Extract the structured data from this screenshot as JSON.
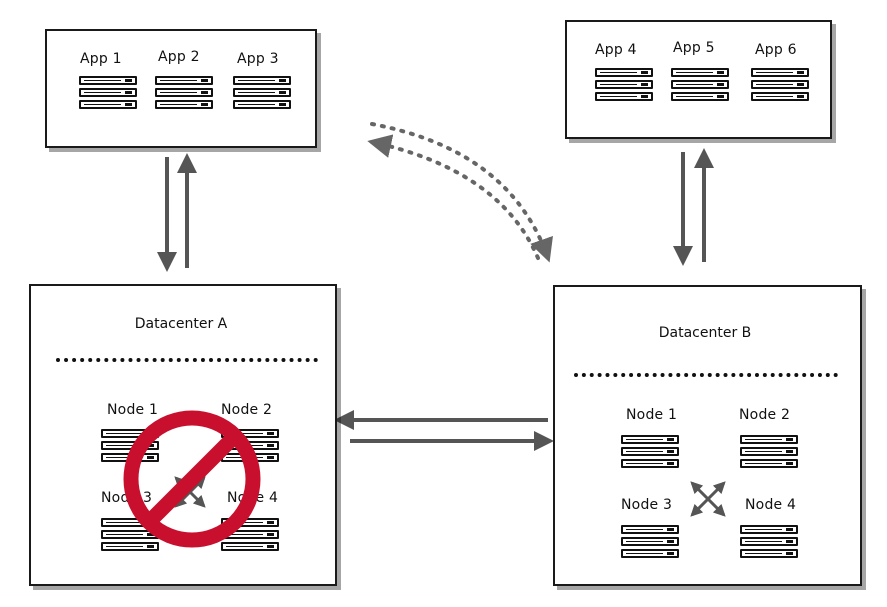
{
  "apps_left": {
    "items": [
      {
        "label": "App 1"
      },
      {
        "label": "App 2"
      },
      {
        "label": "App 3"
      }
    ]
  },
  "apps_right": {
    "items": [
      {
        "label": "App 4"
      },
      {
        "label": "App 5"
      },
      {
        "label": "App 6"
      }
    ]
  },
  "datacenter_a": {
    "title": "Datacenter A",
    "nodes": [
      {
        "label": "Node 1"
      },
      {
        "label": "Node 2"
      },
      {
        "label": "Node 3"
      },
      {
        "label": "Node 4"
      }
    ],
    "status": "unavailable"
  },
  "datacenter_b": {
    "title": "Datacenter B",
    "nodes": [
      {
        "label": "Node 1"
      },
      {
        "label": "Node 2"
      },
      {
        "label": "Node 3"
      },
      {
        "label": "Node 4"
      }
    ]
  },
  "icons": {
    "server": "server-rack-icon",
    "blocked": "prohibited-icon",
    "mesh": "cross-arrows-icon"
  },
  "colors": {
    "stroke": "#1a1a1a",
    "arrow": "#555555",
    "blocked": "#c8102e"
  }
}
